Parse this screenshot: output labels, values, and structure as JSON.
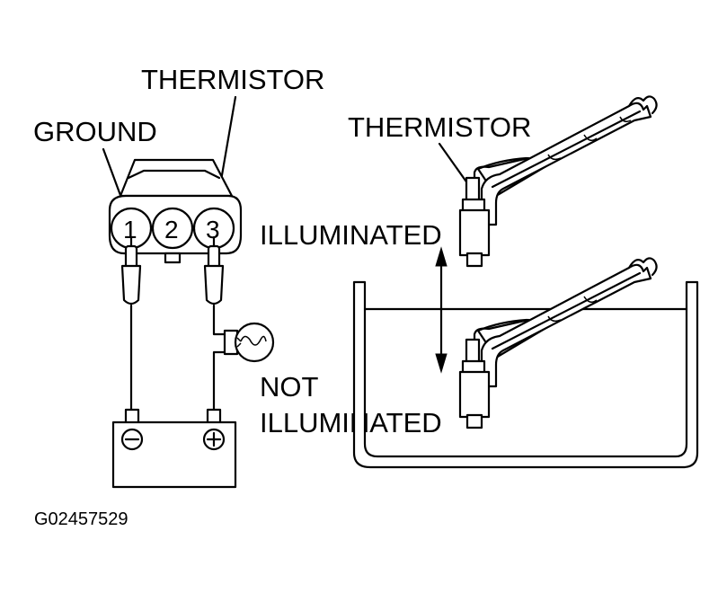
{
  "labels": {
    "thermistor_connector": "THERMISTOR",
    "ground": "GROUND",
    "thermistor_probe": "THERMISTOR",
    "illuminated": "ILLUMINATED",
    "not": "NOT",
    "not_illuminated": "ILLUMINATED",
    "figure_code": "G02457529"
  },
  "connector": {
    "pins": [
      "1",
      "2",
      "3"
    ]
  },
  "battery": {
    "negative_symbol": "−",
    "positive_symbol": "+"
  },
  "icons": [
    "connector-icon",
    "test-lamp-icon",
    "battery-icon",
    "thermistor-probe-icon",
    "water-container-icon",
    "double-arrow-icon"
  ]
}
